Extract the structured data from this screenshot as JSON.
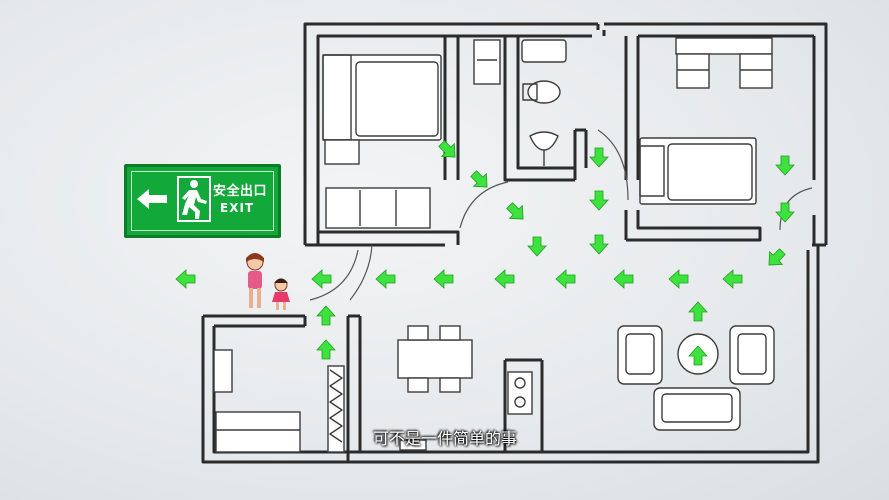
{
  "exit_sign": {
    "text_cn": "安全出口",
    "text_en": "EXIT",
    "icons": [
      "left-arrow-icon",
      "running-man-icon"
    ],
    "background_color": "#13a83a"
  },
  "subtitle": {
    "text": "可不是一件简单的事"
  },
  "colors": {
    "arrow": "#3ee23e",
    "wall": "#2b2b2b",
    "background": "#e6e9eb"
  }
}
